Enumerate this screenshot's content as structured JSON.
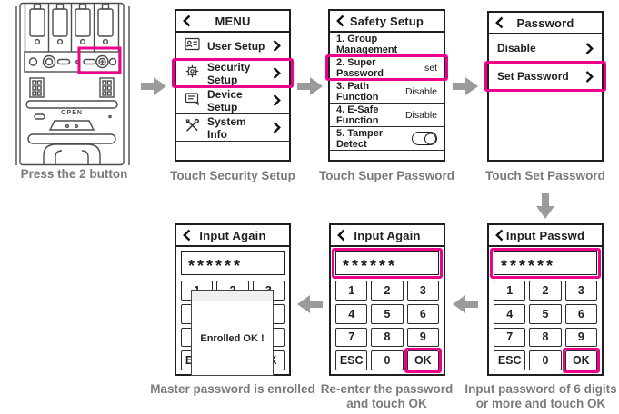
{
  "colors": {
    "highlight": "#ec008c",
    "arrow": "#9b9b9b",
    "caption_text": "#7a7a7a"
  },
  "lock": {
    "open_label": "OPEN",
    "caption": "Press the 2 button"
  },
  "menu": {
    "title": "MENU",
    "items": [
      {
        "label": "User Setup",
        "icon": "user-card-icon"
      },
      {
        "label": "Security Setup",
        "icon": "gear-icon"
      },
      {
        "label": "Device Setup",
        "icon": "device-bubble-icon"
      },
      {
        "label": "System Info",
        "icon": "tools-icon"
      }
    ],
    "caption": "Touch Security Setup"
  },
  "safety": {
    "title": "Safety Setup",
    "items": [
      {
        "label": "1. Group Management",
        "value": ""
      },
      {
        "label": "2. Super Password",
        "value": "set"
      },
      {
        "label": "3. Path Function",
        "value": "Disable"
      },
      {
        "label": "4. E-Safe Function",
        "value": "Disable"
      },
      {
        "label": "5. Tamper Detect",
        "value": ""
      }
    ],
    "caption": "Touch Super Password"
  },
  "password": {
    "title": "Password",
    "items": [
      {
        "label": "Disable"
      },
      {
        "label": "Set Password"
      }
    ],
    "caption": "Touch Set Password"
  },
  "input_passwd": {
    "title": "Input Passwd",
    "mask": "******",
    "caption": "Input password of 6 digits\nor more and touch OK"
  },
  "input_again": {
    "title": "Input Again",
    "mask": "******",
    "caption": "Re-enter the password\nand touch OK"
  },
  "enrolled": {
    "title": "Input Again",
    "mask": "******",
    "dialog_text": "Enrolled OK !",
    "caption": "Master password is enrolled"
  },
  "keypad": [
    "1",
    "2",
    "3",
    "4",
    "5",
    "6",
    "7",
    "8",
    "9",
    "ESC",
    "0",
    "OK"
  ]
}
